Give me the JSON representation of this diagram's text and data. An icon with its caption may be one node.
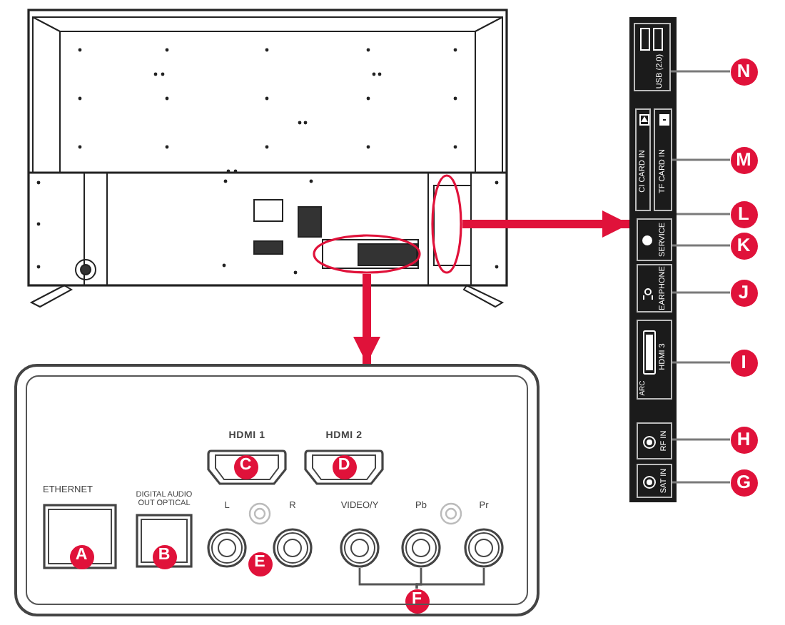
{
  "diagram": {
    "nodes": [
      {
        "text": [],
        "shape": "ellipse"
      },
      {
        "text": [],
        "shape": "ellipse"
      },
      {
        "text": [],
        "shape": "box"
      },
      {
        "text": [
          "USB (2.0)"
        ],
        "in": 2
      },
      {
        "text": [
          "CI CARD IN"
        ],
        "in": 2
      },
      {
        "text": [
          "TF CARD IN"
        ],
        "in": 2
      },
      {
        "text": [
          "SERVICE"
        ],
        "in": 2
      },
      {
        "text": [
          "EARPHONE"
        ],
        "in": 2
      },
      {
        "text": [
          "HDMI 3",
          "ARC"
        ],
        "in": 2
      },
      {
        "text": [
          "RF IN"
        ],
        "in": 2
      },
      {
        "text": [
          "SAT IN"
        ],
        "in": 2
      },
      {
        "text": [
          "N"
        ]
      },
      {
        "text": [
          "M"
        ]
      },
      {
        "text": [
          "L"
        ]
      },
      {
        "text": [
          "K"
        ]
      },
      {
        "text": [
          "J"
        ]
      },
      {
        "text": [
          "I"
        ]
      },
      {
        "text": [
          "H"
        ]
      },
      {
        "text": [
          "G"
        ]
      },
      {
        "text": [],
        "shape": "box"
      },
      {
        "text": [
          "ETHERNET"
        ],
        "in": 19
      },
      {
        "text": [
          "A"
        ],
        "in": 20
      },
      {
        "text": [
          "DIGITAL AUDIO OUT OPTICAL"
        ],
        "in": 19
      },
      {
        "text": [
          "B"
        ],
        "in": 22
      },
      {
        "text": [
          "HDMI 1"
        ],
        "in": 19
      },
      {
        "text": [
          "C"
        ],
        "in": 24
      },
      {
        "text": [
          "HDMI 2"
        ],
        "in": 19
      },
      {
        "text": [
          "D"
        ],
        "in": 26
      },
      {
        "text": [
          "L"
        ],
        "in": 19
      },
      {
        "text": [
          "R"
        ],
        "in": 19
      },
      {
        "text": [
          "E"
        ],
        "in": 19
      },
      {
        "text": [
          "VIDEO/Y"
        ],
        "in": 19
      },
      {
        "text": [
          "Pb"
        ],
        "in": 19
      },
      {
        "text": [
          "Pr"
        ],
        "in": 19
      },
      {
        "text": [
          "F"
        ],
        "in": 19
      }
    ],
    "edges": [
      {
        "from": 0,
        "to": 19,
        "arrow": "to",
        "style": "thick",
        "color": "#e0123a"
      },
      {
        "from": 1,
        "to": 2,
        "arrow": "to",
        "style": "thick",
        "color": "#e0123a"
      },
      {
        "from": 11,
        "to": 3,
        "arrow": "none"
      },
      {
        "from": 12,
        "to": 5,
        "arrow": "none"
      },
      {
        "from": 13,
        "to": 2,
        "arrow": "none"
      },
      {
        "from": 14,
        "to": 6,
        "arrow": "none"
      },
      {
        "from": 15,
        "to": 7,
        "arrow": "none"
      },
      {
        "from": 16,
        "to": 8,
        "arrow": "none"
      },
      {
        "from": 17,
        "to": 9,
        "arrow": "none"
      },
      {
        "from": 18,
        "to": 10,
        "arrow": "none"
      },
      {
        "from": 34,
        "to": 31,
        "arrow": "none"
      },
      {
        "from": 34,
        "to": 32,
        "arrow": "none"
      },
      {
        "from": 34,
        "to": 33,
        "arrow": "none"
      }
    ]
  }
}
